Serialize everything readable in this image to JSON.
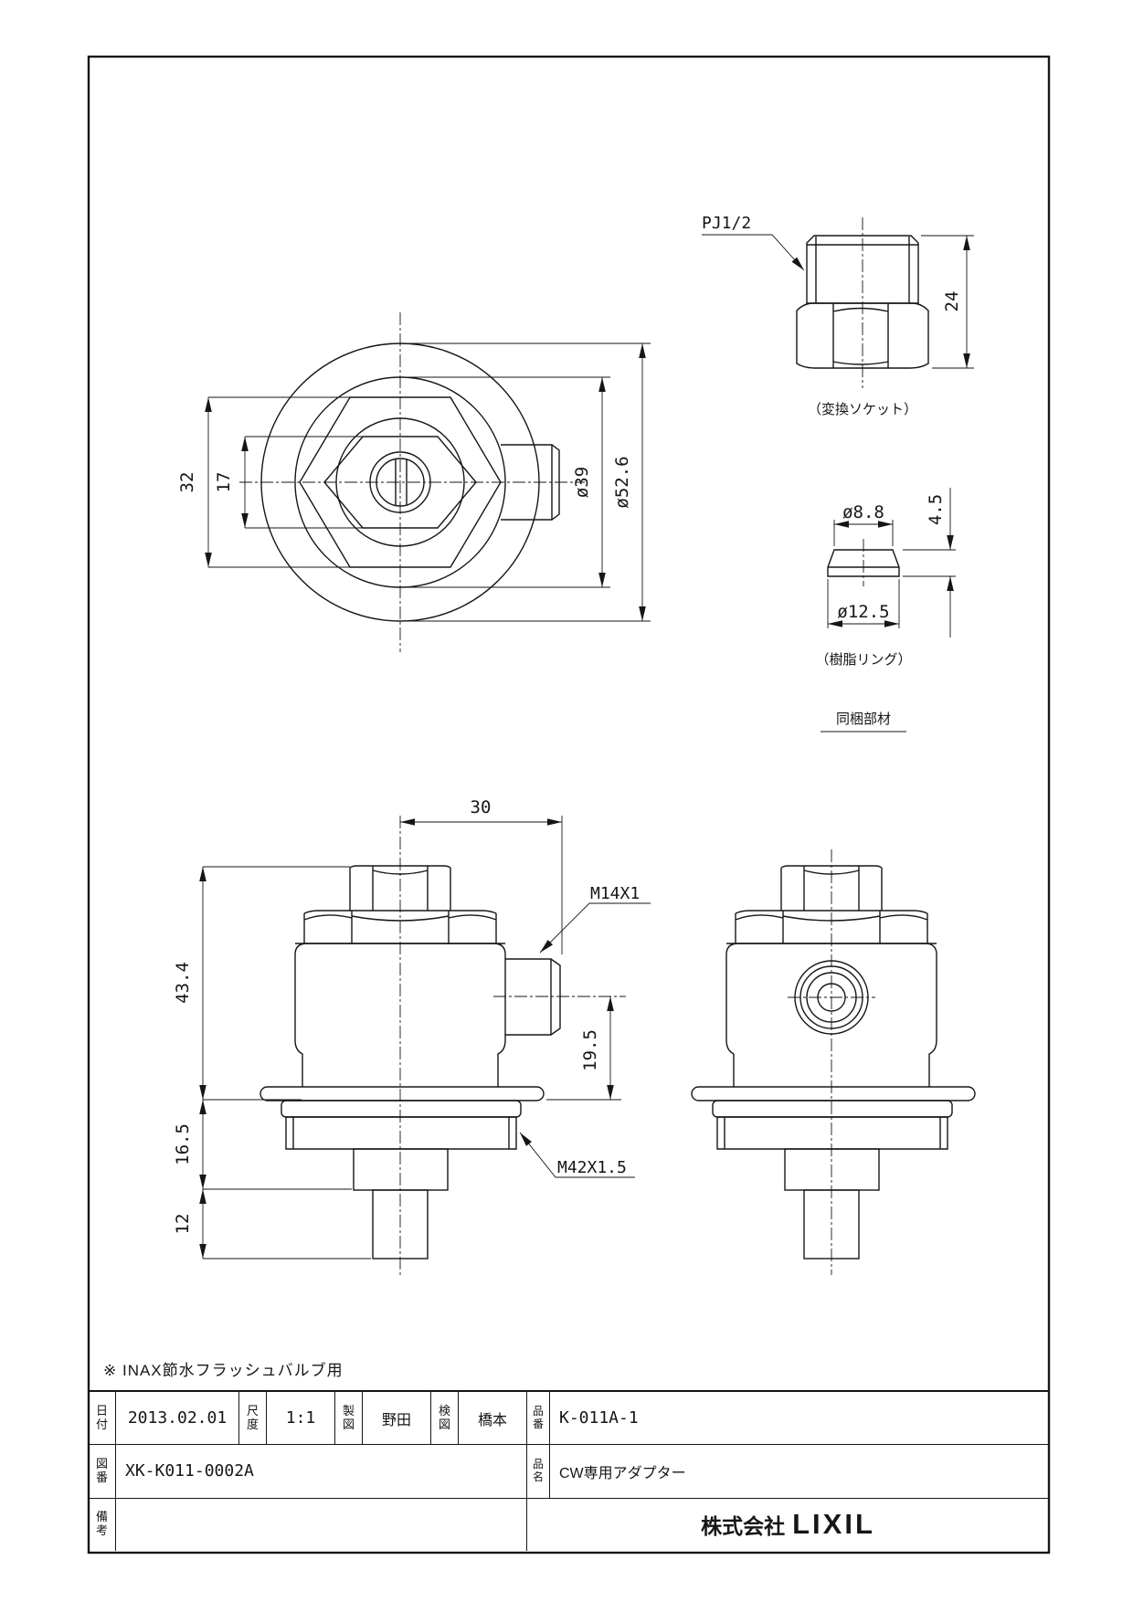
{
  "drawing": {
    "note": "※ INAX節水フラッシュバルブ用",
    "included_parts_label": "同梱部材",
    "socket_view": {
      "thread_label": "PJ1/2",
      "height_dim": "24",
      "caption": "（変換ソケット）"
    },
    "ring_view": {
      "top_dia_dim": "ø8.8",
      "height_dim": "4.5",
      "bottom_dia_dim": "ø12.5",
      "caption": "（樹脂リング）"
    },
    "plan_view": {
      "hex_af_dim": "32",
      "inner_hex_af_dim": "17",
      "port_circle_dia_dim": "ø39",
      "outer_dia_dim": "ø52.6"
    },
    "front_view": {
      "port_offset_dim": "30",
      "body_height_dim": "43.4",
      "port_thread_label": "M14X1",
      "port_height_dim": "19.5",
      "thread_section_dim": "16.5",
      "mount_thread_label": "M42X1.5",
      "stem_dim": "12"
    }
  },
  "title_block": {
    "date_label": "日付",
    "date": "2013.02.01",
    "scale_label": "尺度",
    "scale": "1:1",
    "drafter_label": "製図",
    "drafter": "野田",
    "checker_label": "検図",
    "checker": "橋本",
    "part_no_label": "品番",
    "part_no": "K-011A-1",
    "drawing_no_label": "図番",
    "drawing_no": "XK-K011-0002A",
    "product_name_label": "品名",
    "product_name": "CW専用アダプター",
    "remarks_label": "備考",
    "remarks": "",
    "company_prefix": "株式会社",
    "company_name": "LIXIL"
  }
}
